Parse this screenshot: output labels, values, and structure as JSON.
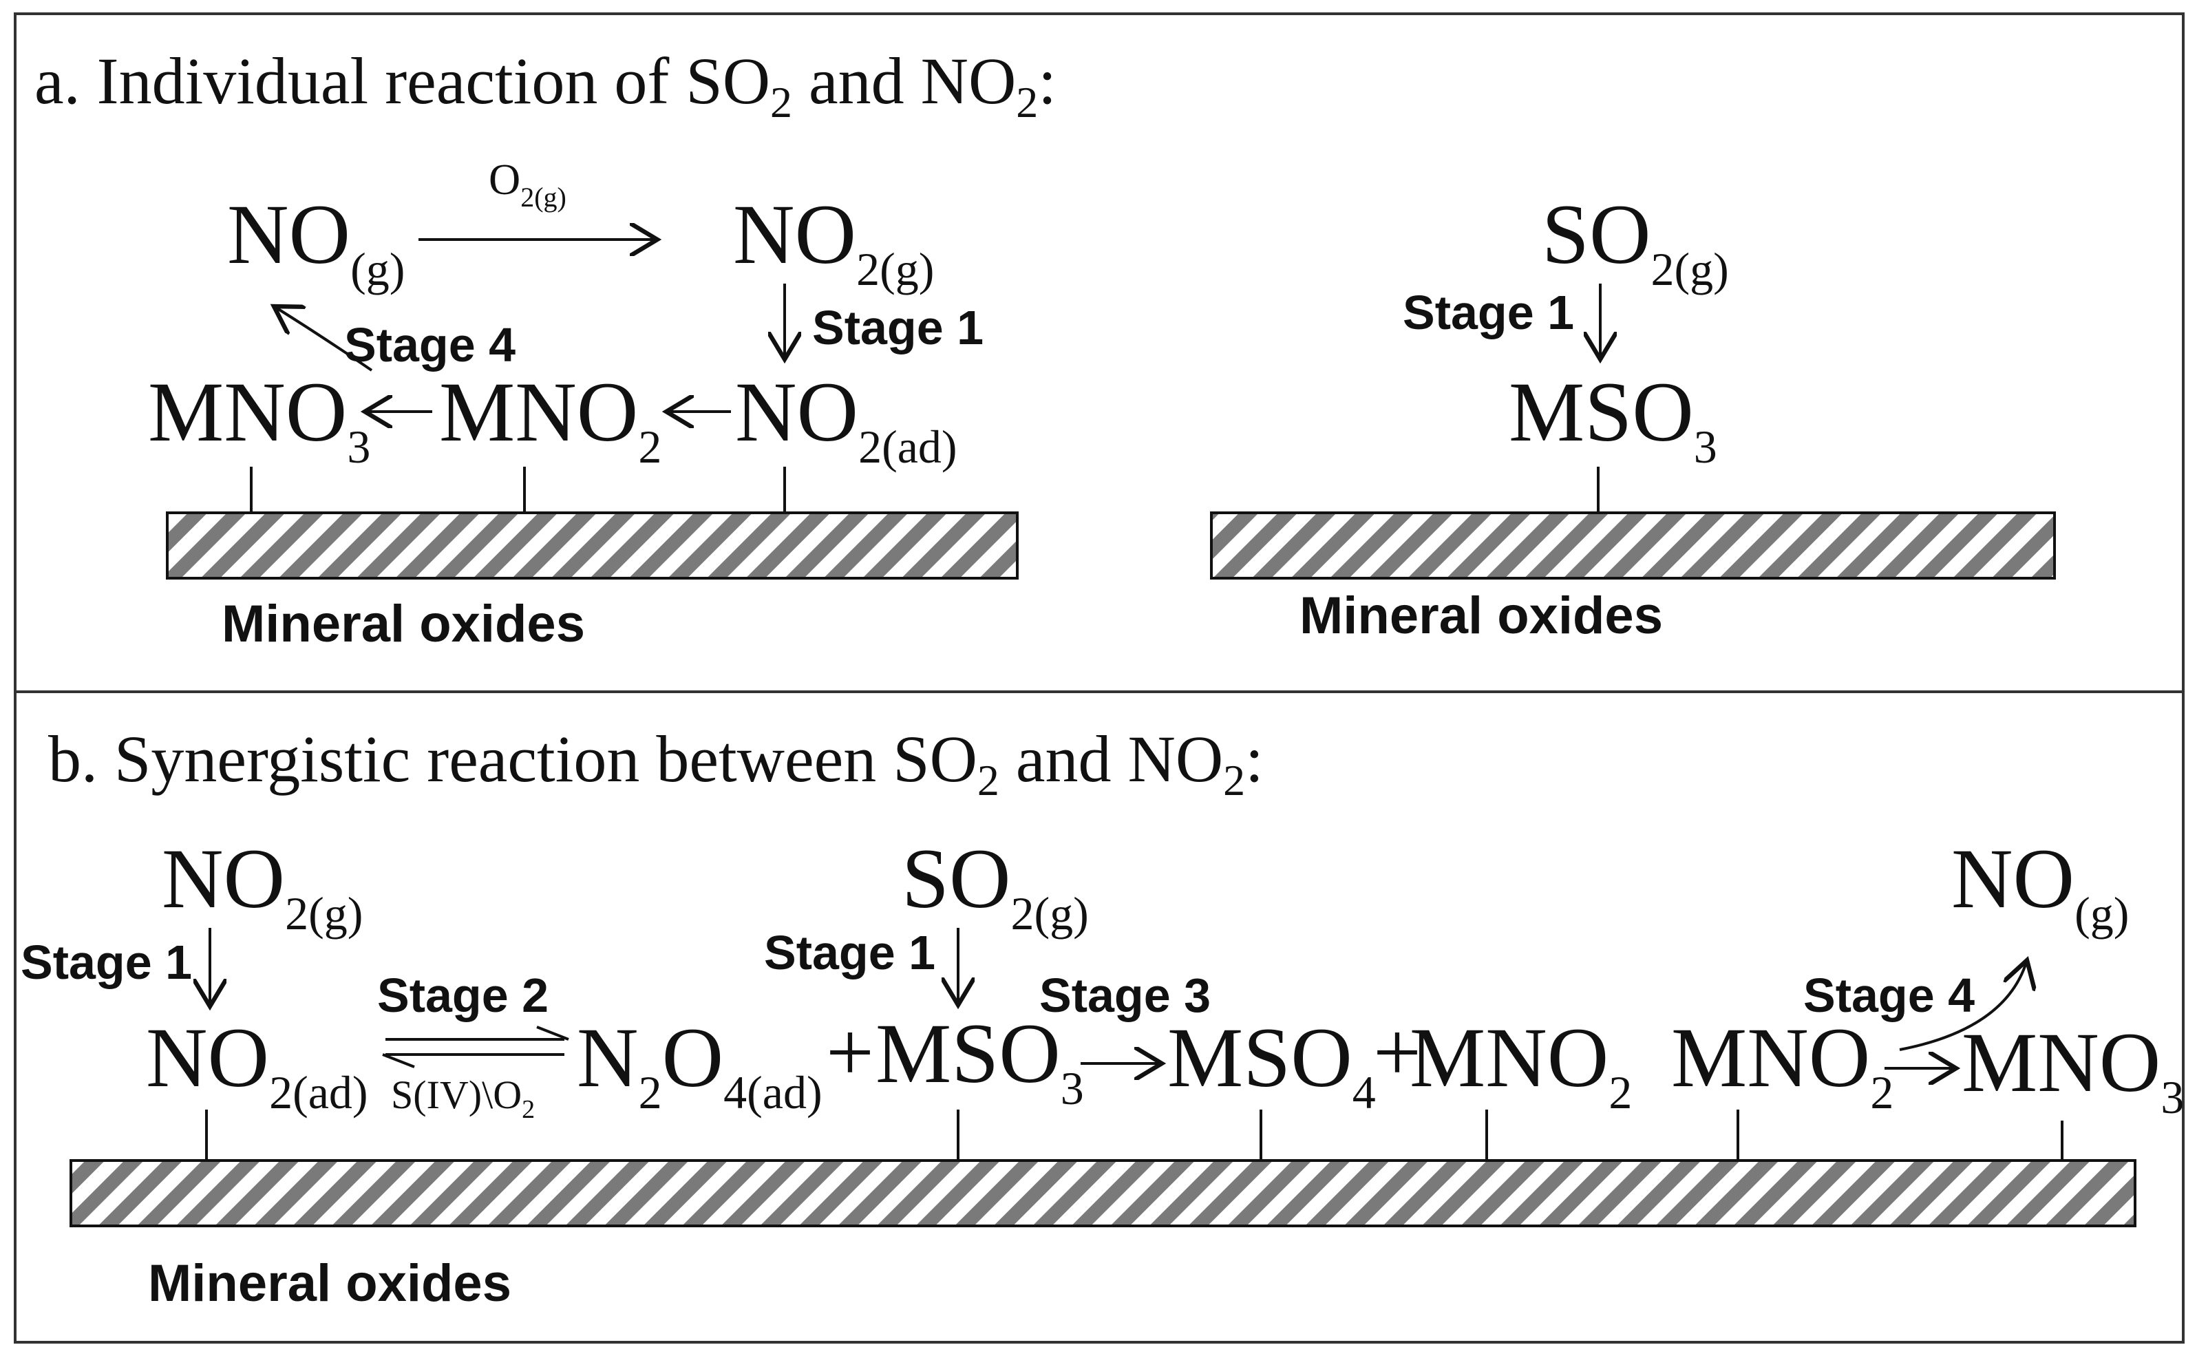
{
  "panel_a": {
    "title": "a. Individual reaction of SO",
    "title_sub": "2",
    "title_mid": " and NO",
    "title_sub2": "2",
    "title_end": ":",
    "left": {
      "no_g": "NO",
      "no_g_sub": "(g)",
      "o2": "O",
      "o2_sub": "2(g)",
      "no2_g": "NO",
      "no2_g_sub": "2(g)",
      "stage1": "Stage 1",
      "stage4": "Stage 4",
      "mno3": "MNO",
      "mno3_sub": "3",
      "mno2": "MNO",
      "mno2_sub": "2",
      "no2_ad": "NO",
      "no2_ad_sub": "2(ad)",
      "surface_label": "Mineral oxides"
    },
    "right": {
      "so2_g": "SO",
      "so2_g_sub": "2(g)",
      "stage1": "Stage 1",
      "mso3": "MSO",
      "mso3_sub": "3",
      "surface_label": "Mineral oxides"
    }
  },
  "panel_b": {
    "title": "b. Synergistic reaction between SO",
    "title_sub": "2",
    "title_mid": " and NO",
    "title_sub2": "2",
    "title_end": ":",
    "no2_g": "NO",
    "no2_g_sub": "2(g)",
    "stage1_left": "Stage 1",
    "no2_ad": "NO",
    "no2_ad_sub": "2(ad)",
    "stage2": "Stage 2",
    "reverse_label": "S(IV)\\O",
    "reverse_label_sub": "2",
    "n2o4": "N",
    "n2o4_sub1": "2",
    "n2o4_mid": "O",
    "n2o4_sub2": "4(ad)",
    "plus1": "+",
    "so2_g": "SO",
    "so2_g_sub": "2(g)",
    "stage1_mid": "Stage 1",
    "mso3": "MSO",
    "mso3_sub": "3",
    "stage3": "Stage 3",
    "mso4": "MSO",
    "mso4_sub": "4",
    "plus2": "+",
    "mno2_a": "MNO",
    "mno2_a_sub": "2",
    "no_g": "NO",
    "no_g_sub": "(g)",
    "stage4": "Stage 4",
    "mno2_b": "MNO",
    "mno2_b_sub": "2",
    "mno3": "MNO",
    "mno3_sub": "3",
    "surface_label": "Mineral oxides"
  }
}
